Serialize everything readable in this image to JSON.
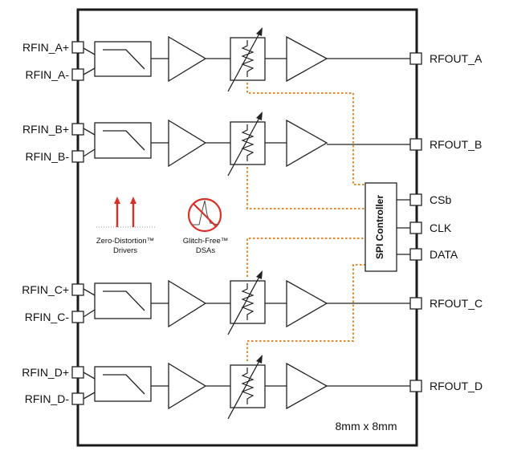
{
  "inputs": {
    "a_plus": "RFIN_A+",
    "a_minus": "RFIN_A-",
    "b_plus": "RFIN_B+",
    "b_minus": "RFIN_B-",
    "c_plus": "RFIN_C+",
    "c_minus": "RFIN_C-",
    "d_plus": "RFIN_D+",
    "d_minus": "RFIN_D-"
  },
  "outputs": {
    "a": "RFOUT_A",
    "b": "RFOUT_B",
    "c": "RFOUT_C",
    "d": "RFOUT_D"
  },
  "spi": {
    "title": "SPI Controller",
    "pins": {
      "csb": "CSb",
      "clk": "CLK",
      "data": "DATA"
    }
  },
  "features": {
    "zero_distortion": {
      "line1": "Zero-Distortion™",
      "line2": "Drivers"
    },
    "glitch_free": {
      "line1": "Glitch-Free™",
      "line2": "DSAs"
    }
  },
  "package_size": "8mm x 8mm",
  "colors": {
    "outline": "#1a1a1a",
    "control_bus": "#e8892c",
    "accent_red": "#d9302a"
  }
}
